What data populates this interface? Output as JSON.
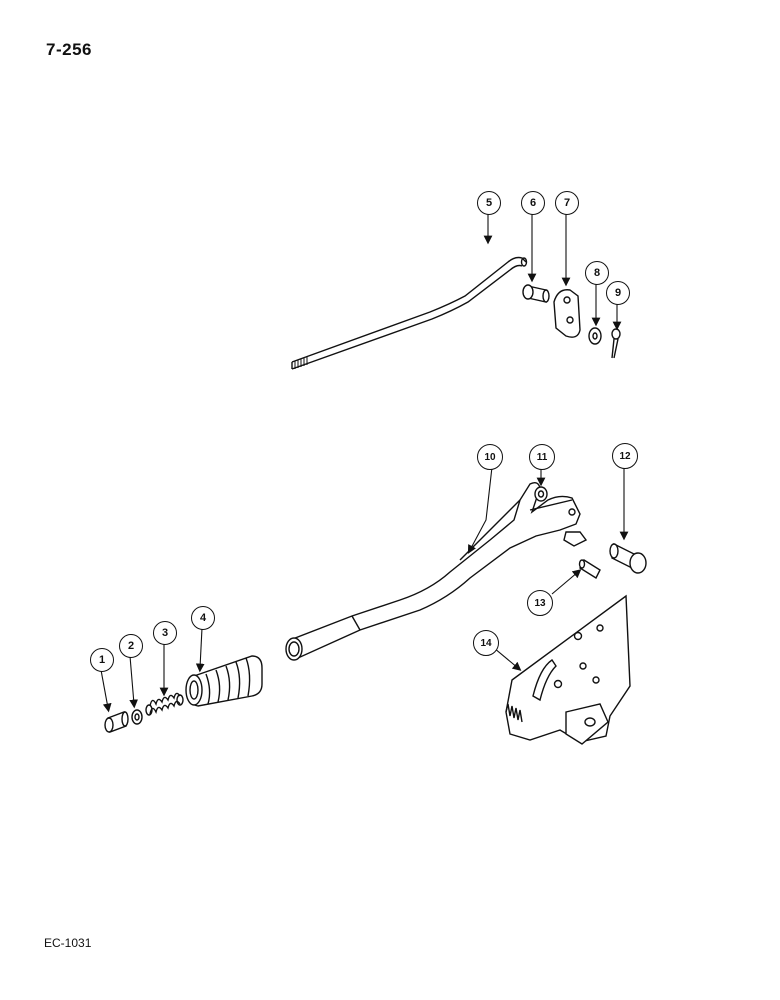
{
  "page": {
    "number": "7-256",
    "footer_code": "EC-1031"
  },
  "callouts": [
    {
      "id": "callout-1",
      "label": "1"
    },
    {
      "id": "callout-2",
      "label": "2"
    },
    {
      "id": "callout-3",
      "label": "3"
    },
    {
      "id": "callout-4",
      "label": "4"
    },
    {
      "id": "callout-5",
      "label": "5"
    },
    {
      "id": "callout-6",
      "label": "6"
    },
    {
      "id": "callout-7",
      "label": "7"
    },
    {
      "id": "callout-8",
      "label": "8"
    },
    {
      "id": "callout-9",
      "label": "9"
    },
    {
      "id": "callout-10",
      "label": "10"
    },
    {
      "id": "callout-11",
      "label": "11"
    },
    {
      "id": "callout-12",
      "label": "12"
    },
    {
      "id": "callout-13",
      "label": "13"
    },
    {
      "id": "callout-14",
      "label": "14"
    }
  ]
}
